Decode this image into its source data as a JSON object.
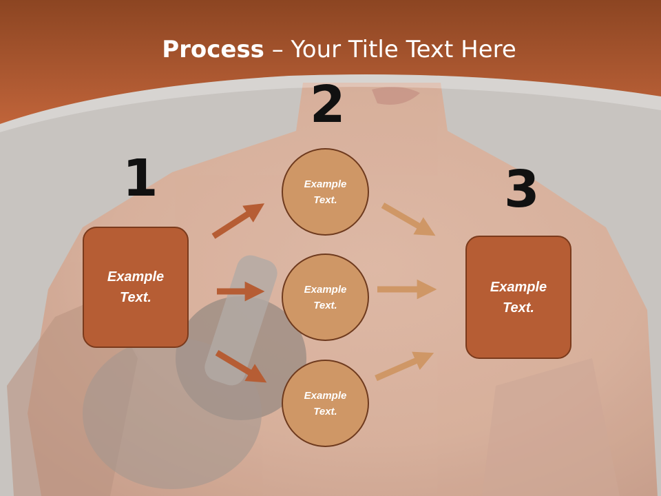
{
  "slide": {
    "title_bold": "Process",
    "title_rest": " – Your Title Text Here"
  },
  "steps": {
    "num1": "1",
    "num2": "2",
    "num3": "3",
    "box1": [
      "Example",
      "Text."
    ],
    "box3": [
      "Example",
      "Text."
    ],
    "circle_top": [
      "Example",
      "Text."
    ],
    "circle_middle": [
      "Example",
      "Text."
    ],
    "circle_bottom": [
      "Example",
      "Text."
    ]
  },
  "colors": {
    "header": "#b4582c",
    "box": "#b65d34",
    "circle": "#cf9766",
    "arrow_left": "#b65d34",
    "arrow_right": "#cf9766"
  }
}
